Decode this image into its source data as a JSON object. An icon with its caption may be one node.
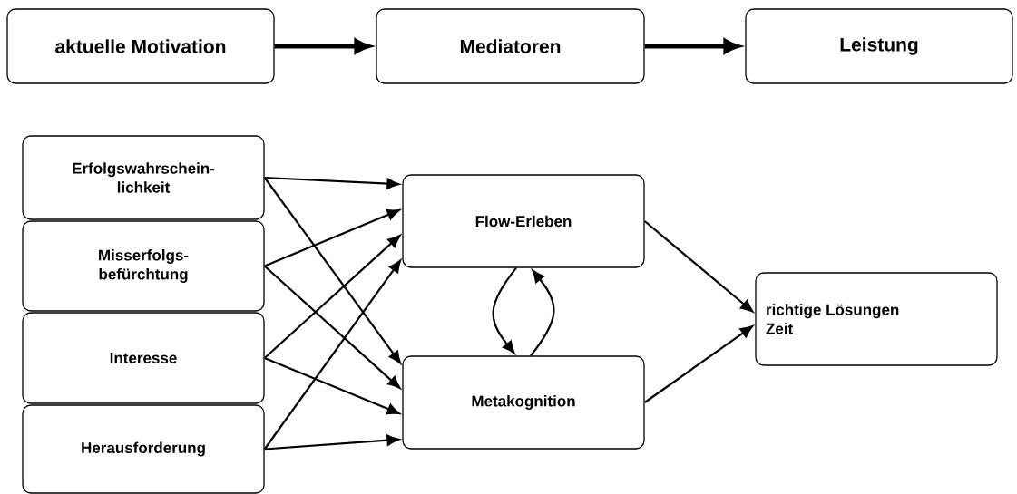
{
  "diagram": {
    "nodes": [
      {
        "text": [
          "aktuelle Motivation"
        ]
      },
      {
        "text": [
          "Mediatoren"
        ]
      },
      {
        "text": [
          "Leistung"
        ]
      },
      {
        "text": [
          "Erfolgswahrschein- lichkeit"
        ]
      },
      {
        "text": [
          "Misserfolgs- befürchtung"
        ]
      },
      {
        "text": [
          "Interesse"
        ]
      },
      {
        "text": [
          "Herausforderung"
        ]
      },
      {
        "text": [
          "Flow-Erleben"
        ]
      },
      {
        "text": [
          "Metakognition"
        ]
      },
      {
        "text": [
          "richtige Lösungen",
          "Zeit"
        ]
      }
    ],
    "edges": [
      {
        "from": 0,
        "to": 1,
        "arrow": "to",
        "style": "thick"
      },
      {
        "from": 1,
        "to": 2,
        "arrow": "to",
        "style": "thick"
      },
      {
        "from": 3,
        "to": 7,
        "arrow": "to"
      },
      {
        "from": 3,
        "to": 8,
        "arrow": "to"
      },
      {
        "from": 4,
        "to": 7,
        "arrow": "to"
      },
      {
        "from": 4,
        "to": 8,
        "arrow": "to"
      },
      {
        "from": 5,
        "to": 7,
        "arrow": "to"
      },
      {
        "from": 5,
        "to": 8,
        "arrow": "to"
      },
      {
        "from": 6,
        "to": 7,
        "arrow": "to"
      },
      {
        "from": 6,
        "to": 8,
        "arrow": "to"
      },
      {
        "from": 7,
        "to": 8,
        "arrow": "to"
      },
      {
        "from": 8,
        "to": 7,
        "arrow": "to"
      },
      {
        "from": 7,
        "to": 9,
        "arrow": "to"
      },
      {
        "from": 8,
        "to": 9,
        "arrow": "to"
      }
    ]
  }
}
